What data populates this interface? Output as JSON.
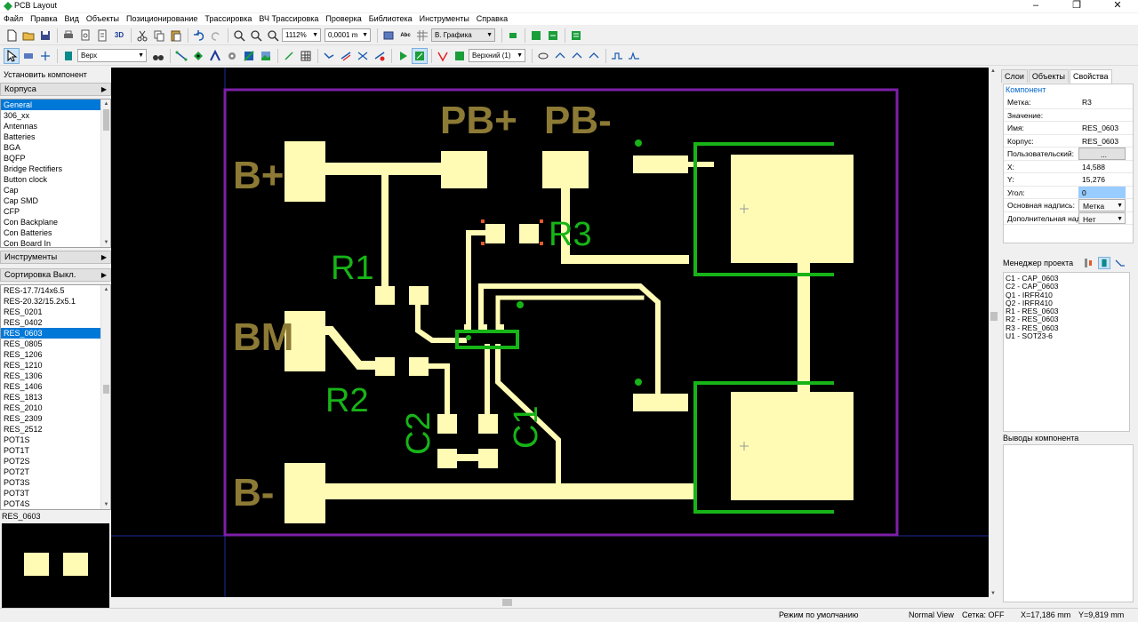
{
  "window": {
    "title": "PCB Layout",
    "controls": [
      "–",
      "❐",
      "✕"
    ]
  },
  "menu": [
    "Файл",
    "Правка",
    "Вид",
    "Объекты",
    "Позиционирование",
    "Трассировка",
    "ВЧ Трассировка",
    "Проверка",
    "Библиотека",
    "Инструменты",
    "Справка"
  ],
  "toolbar1": {
    "view3d": "3D",
    "zoom": "1112%",
    "grid_step": "0,0001 m",
    "abc": "Abc",
    "graphics_mode": "В. Графика"
  },
  "toolbar2": {
    "layer": "Верх",
    "side": "Верхний (1)"
  },
  "left_panel": {
    "install_component": "Установить компонент",
    "packages_title": "Корпуса",
    "packages": [
      "General",
      "306_xx",
      "Antennas",
      "Batteries",
      "BGA",
      "BQFP",
      "Bridge Rectifiers",
      "Button clock",
      "Cap",
      "Cap SMD",
      "CFP",
      "Con Backplane",
      "Con Batteries",
      "Con Board In"
    ],
    "packages_selected": "General",
    "tools_title": "Инструменты",
    "sort_title": "Сортировка Выкл.",
    "footprints": [
      "RES-17.7/14x6.5",
      "RES-20.32/15.2x5.1",
      "RES_0201",
      "RES_0402",
      "RES_0603",
      "RES_0805",
      "RES_1206",
      "RES_1210",
      "RES_1306",
      "RES_1406",
      "RES_1813",
      "RES_2010",
      "RES_2309",
      "RES_2512",
      "POT1S",
      "POT1T",
      "POT2S",
      "POT2T",
      "POT3S",
      "POT3T",
      "POT4S"
    ],
    "footprint_selected": "RES_0603",
    "preview_label": "RES_0603"
  },
  "board": {
    "labels": {
      "bplus": "B+",
      "bm": "BM",
      "bminus": "B-",
      "pbplus": "PB+",
      "pbminus": "PB-"
    },
    "refdes": {
      "r1": "R1",
      "r2": "R2",
      "r3": "R3",
      "c1": "C1",
      "c2": "C2"
    },
    "colors": {
      "copper": "#fffbb5",
      "silk_board": "#8c7a35",
      "silk_green": "#17b417",
      "outline": "#7d1fa8",
      "cursor": "#1e2aa0"
    }
  },
  "right_panel": {
    "tabs": [
      "Слои",
      "Объекты",
      "Свойства"
    ],
    "active_tab": "Свойства",
    "group": "Компонент",
    "properties": [
      {
        "key": "Метка:",
        "value": "R3"
      },
      {
        "key": "Значение:",
        "value": ""
      },
      {
        "key": "Имя:",
        "value": "RES_0603"
      },
      {
        "key": "Корпус:",
        "value": "RES_0603"
      },
      {
        "key": "Пользовательский:",
        "value": "..."
      },
      {
        "key": "X:",
        "value": "14,588"
      },
      {
        "key": "Y:",
        "value": "15,276"
      },
      {
        "key": "Угол:",
        "value": "0"
      },
      {
        "key": "Основная надпись:",
        "value": "Метка"
      },
      {
        "key": "Дополнительная надпись:",
        "value": "Нет"
      }
    ],
    "manager_title": "Менеджер проекта",
    "manager_items": [
      "C1 - CAP_0603",
      "C2 - CAP_0603",
      "Q1 - IRFR410",
      "Q2 - IRFR410",
      "R1 - RES_0603",
      "R2 - RES_0603",
      "R3 - RES_0603",
      "U1 - SOT23-6"
    ],
    "pins_title": "Выводы компонента"
  },
  "status": {
    "mode": "Режим по умолчанию",
    "view": "Normal View",
    "grid": "Сетка: OFF",
    "x": "X=17,186 mm",
    "y": "Y=9,819 mm"
  }
}
